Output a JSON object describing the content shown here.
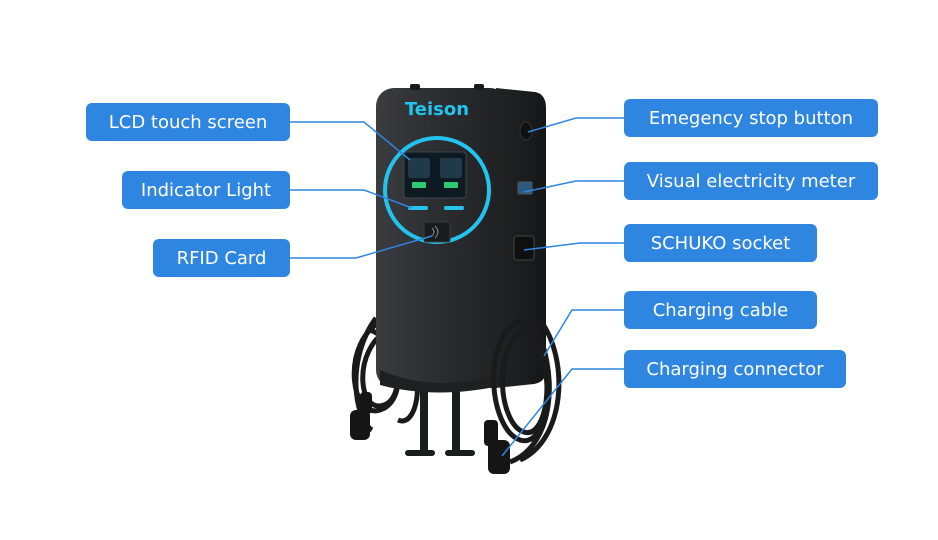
{
  "brand": {
    "logo_text": "Teison",
    "accent": "#2f86e0",
    "ring": "#22c4ee"
  },
  "callouts": {
    "lcd_touch_screen": "LCD touch screen",
    "indicator_light": "Indicator Light",
    "rfid_card": "RFID Card",
    "emergency_stop_button": "Emegency stop button",
    "visual_electricity_meter": "Visual electricity meter",
    "schuko_socket": "SCHUKO socket",
    "charging_cable": "Charging cable",
    "charging_connector": "Charging connector"
  },
  "colors": {
    "label_bg": "#2f86e0",
    "label_text": "#ffffff",
    "leader_line": "#2f86e0",
    "body": "#2b2d30"
  }
}
